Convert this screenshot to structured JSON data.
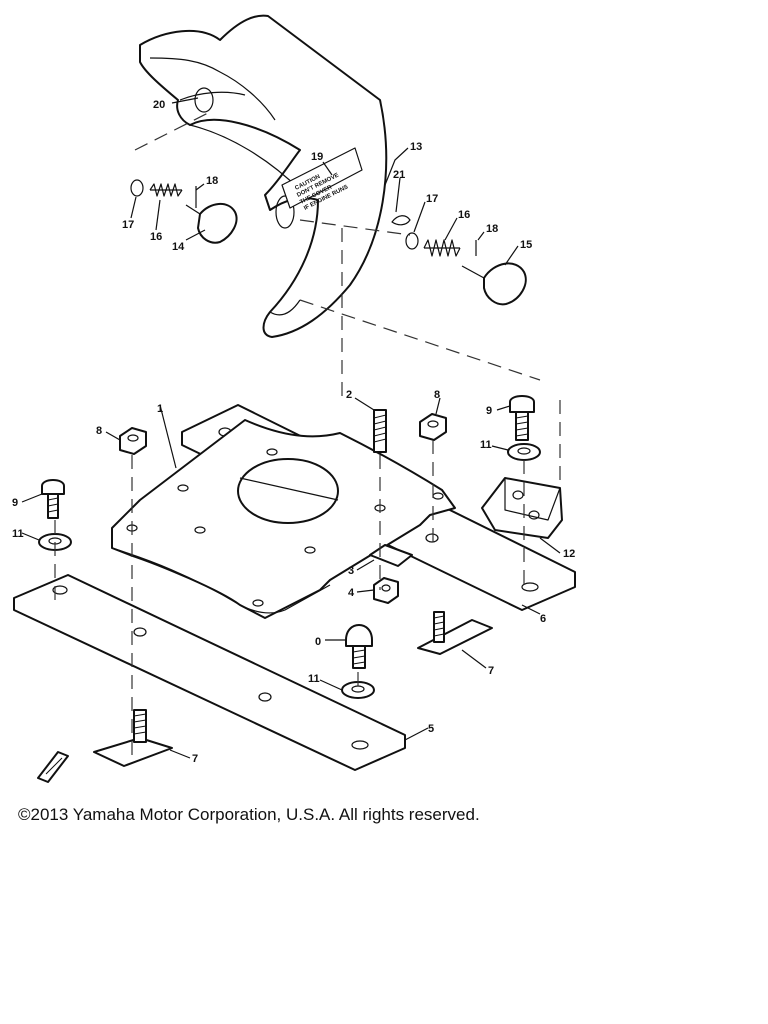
{
  "copyright": "©2013 Yamaha Motor Corporation, U.S.A. All rights reserved.",
  "decal_text": [
    "CAUTION",
    "DON'T REMOVE",
    "THE COVER",
    "IF ENGINE RUNS"
  ],
  "callouts": {
    "c20": "20",
    "c19": "19",
    "c13": "13",
    "c21": "21",
    "c18a": "18",
    "c17a": "17",
    "c16a": "16",
    "c14": "14",
    "c17b": "17",
    "c16b": "16",
    "c18b": "18",
    "c15": "15",
    "c1": "1",
    "c2": "2",
    "c8a": "8",
    "c8b": "8",
    "c9a": "9",
    "c11a": "11",
    "c9b": "9",
    "c11b": "11",
    "c12": "12",
    "c3": "3",
    "c4": "4",
    "c6": "6",
    "c0": "0",
    "c11c": "11",
    "c7a": "7",
    "c5": "5",
    "c7b": "7"
  }
}
